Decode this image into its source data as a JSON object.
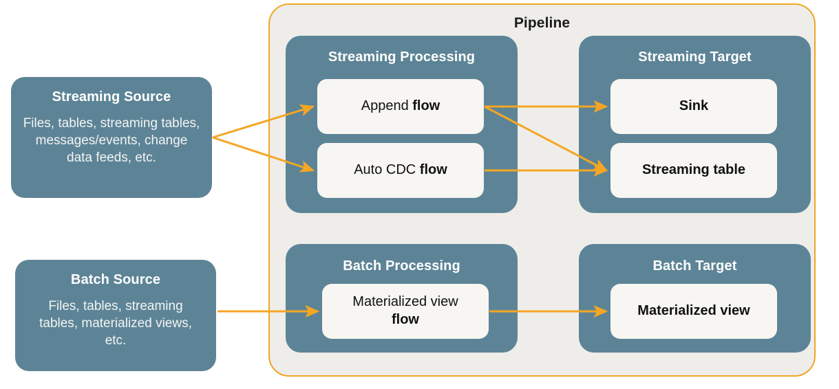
{
  "diagram": {
    "title": "Pipeline",
    "colors": {
      "accent_orange": "#f0a626",
      "group_teal": "#5d8496",
      "card_cream": "#f7f6f2",
      "container_gray": "#eeedea",
      "page_background": "#ffffff",
      "text_dark": "#111111",
      "text_light": "#ffffff"
    }
  },
  "sources": [
    {
      "id": "streaming-source",
      "title": "Streaming Source",
      "description": "Files, tables, streaming tables, messages/events, change data feeds, etc."
    },
    {
      "id": "batch-source",
      "title": "Batch Source",
      "description": "Files, tables, streaming tables, materialized views, etc."
    }
  ],
  "groups": [
    {
      "id": "streaming-processing",
      "title": "Streaming Processing",
      "cards": [
        {
          "id": "append-flow",
          "prefix": "Append ",
          "suffix": "flow",
          "bold_all": false
        },
        {
          "id": "auto-cdc-flow",
          "prefix": "Auto CDC ",
          "suffix": "flow",
          "bold_all": false
        }
      ]
    },
    {
      "id": "streaming-target",
      "title": "Streaming Target",
      "cards": [
        {
          "id": "sink",
          "label": "Sink",
          "bold_all": true
        },
        {
          "id": "streaming-table",
          "label": "Streaming table",
          "bold_all": true
        }
      ]
    },
    {
      "id": "batch-processing",
      "title": "Batch Processing",
      "cards": [
        {
          "id": "materialized-view-flow",
          "prefix": "Materialized view",
          "suffix": "flow",
          "bold_all": false
        }
      ]
    },
    {
      "id": "batch-target",
      "title": "Batch Target",
      "cards": [
        {
          "id": "materialized-view",
          "label": "Materialized view",
          "bold_all": true
        }
      ]
    }
  ],
  "connections": [
    {
      "id": "streaming-source-to-append-flow",
      "from": "streaming-source",
      "to": "append-flow"
    },
    {
      "id": "streaming-source-to-auto-cdc-flow",
      "from": "streaming-source",
      "to": "auto-cdc-flow"
    },
    {
      "id": "append-flow-to-sink",
      "from": "append-flow",
      "to": "sink"
    },
    {
      "id": "append-flow-to-streaming-table",
      "from": "append-flow",
      "to": "streaming-table"
    },
    {
      "id": "auto-cdc-flow-to-streaming-table",
      "from": "auto-cdc-flow",
      "to": "streaming-table"
    },
    {
      "id": "batch-source-to-materialized-view-flow",
      "from": "batch-source",
      "to": "materialized-view-flow"
    },
    {
      "id": "materialized-view-flow-to-materialized-view",
      "from": "materialized-view-flow",
      "to": "materialized-view"
    }
  ]
}
